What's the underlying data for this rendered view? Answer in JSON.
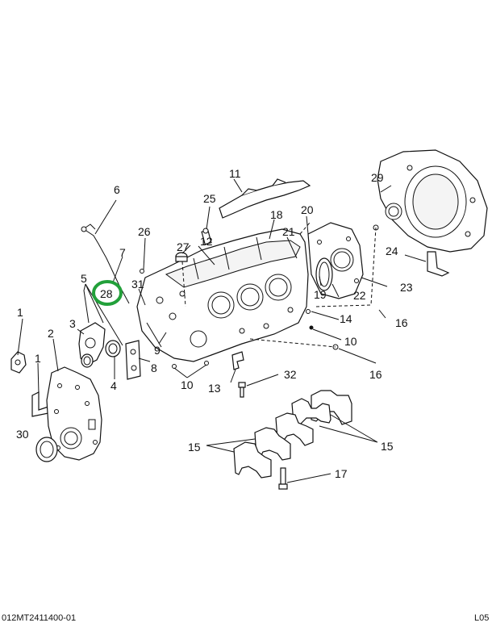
{
  "diagram": {
    "callouts": [
      {
        "id": "c1a",
        "text": "1"
      },
      {
        "id": "c1b",
        "text": "1"
      },
      {
        "id": "c2",
        "text": "2"
      },
      {
        "id": "c3",
        "text": "3"
      },
      {
        "id": "c4",
        "text": "4"
      },
      {
        "id": "c5",
        "text": "5"
      },
      {
        "id": "c6",
        "text": "6"
      },
      {
        "id": "c7",
        "text": "7"
      },
      {
        "id": "c8",
        "text": "8"
      },
      {
        "id": "c9",
        "text": "9"
      },
      {
        "id": "c10a",
        "text": "10"
      },
      {
        "id": "c10b",
        "text": "10"
      },
      {
        "id": "c11",
        "text": "11"
      },
      {
        "id": "c12",
        "text": "12"
      },
      {
        "id": "c13",
        "text": "13"
      },
      {
        "id": "c14",
        "text": "14"
      },
      {
        "id": "c15a",
        "text": "15"
      },
      {
        "id": "c15b",
        "text": "15"
      },
      {
        "id": "c16a",
        "text": "16"
      },
      {
        "id": "c16b",
        "text": "16"
      },
      {
        "id": "c17",
        "text": "17"
      },
      {
        "id": "c18",
        "text": "18"
      },
      {
        "id": "c19",
        "text": "19"
      },
      {
        "id": "c20",
        "text": "20"
      },
      {
        "id": "c21",
        "text": "21"
      },
      {
        "id": "c22",
        "text": "22"
      },
      {
        "id": "c23",
        "text": "23"
      },
      {
        "id": "c24",
        "text": "24"
      },
      {
        "id": "c25",
        "text": "25"
      },
      {
        "id": "c26",
        "text": "26"
      },
      {
        "id": "c27",
        "text": "27"
      },
      {
        "id": "c28",
        "text": "28",
        "highlighted": true
      },
      {
        "id": "c29",
        "text": "29"
      },
      {
        "id": "c30",
        "text": "30"
      },
      {
        "id": "c31",
        "text": "31"
      },
      {
        "id": "c32",
        "text": "32"
      }
    ],
    "highlight_color": "#22a03a",
    "footer": {
      "left": "012MT2411400-01",
      "right": "L05"
    }
  }
}
